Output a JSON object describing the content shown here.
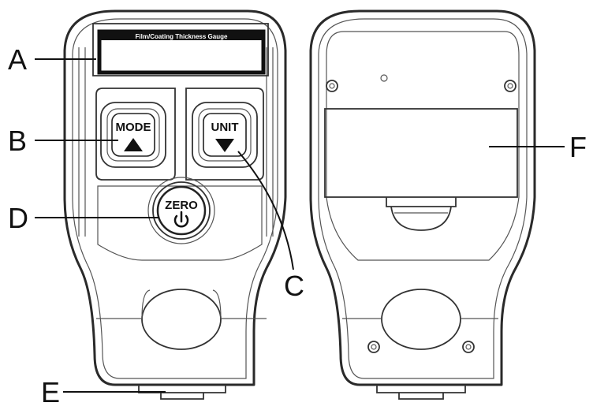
{
  "device": {
    "screen_title": "Film/Coating Thickness Gauge",
    "mode_button_label": "MODE",
    "unit_button_label": "UNIT",
    "zero_button_label": "ZERO"
  },
  "callouts": {
    "a": "A",
    "b": "B",
    "c": "C",
    "d": "D",
    "e": "E",
    "f": "F"
  }
}
